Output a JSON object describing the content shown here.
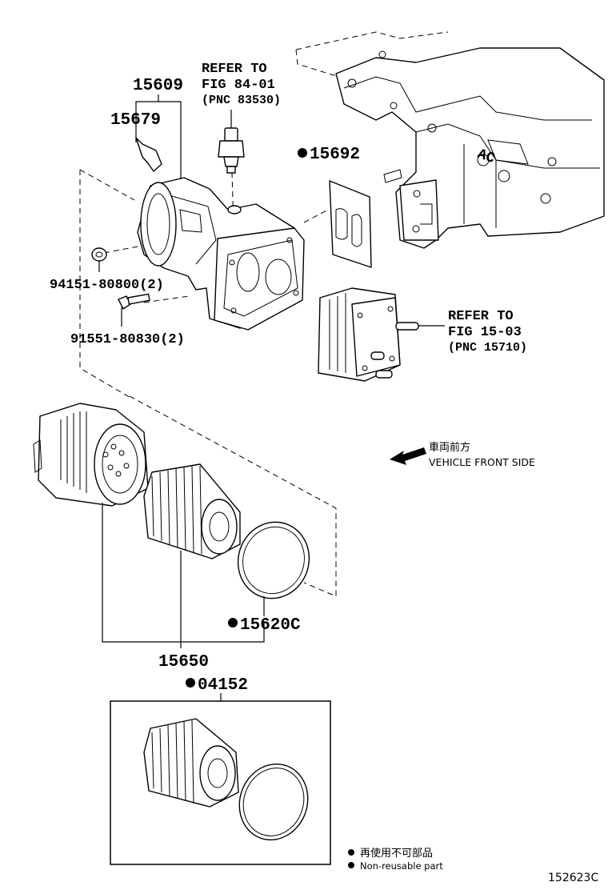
{
  "parts": {
    "p15609": "15609",
    "p15679": "15679",
    "p15692": "15692",
    "p94151": "94151-80800(2)",
    "p91551": "91551-80830(2)",
    "p15620c": "15620C",
    "p15650": "15650",
    "p04152": "04152"
  },
  "refs": {
    "sensor": {
      "line1": "REFER TO",
      "line2": "FIG 84-01",
      "line3": "(PNC 83530)"
    },
    "cooler": {
      "line1": "REFER TO",
      "line2": "FIG 15-03",
      "line3": "(PNC 15710)"
    }
  },
  "direction": {
    "jp": "車両前方",
    "en": "VEHICLE FRONT SIDE"
  },
  "engine_mark": "AC",
  "legend": {
    "jp": "再使用不可部品",
    "en": "Non-reusable part"
  },
  "diagram_id": "152623C",
  "colors": {
    "ink": "#000000",
    "paper": "#ffffff"
  }
}
